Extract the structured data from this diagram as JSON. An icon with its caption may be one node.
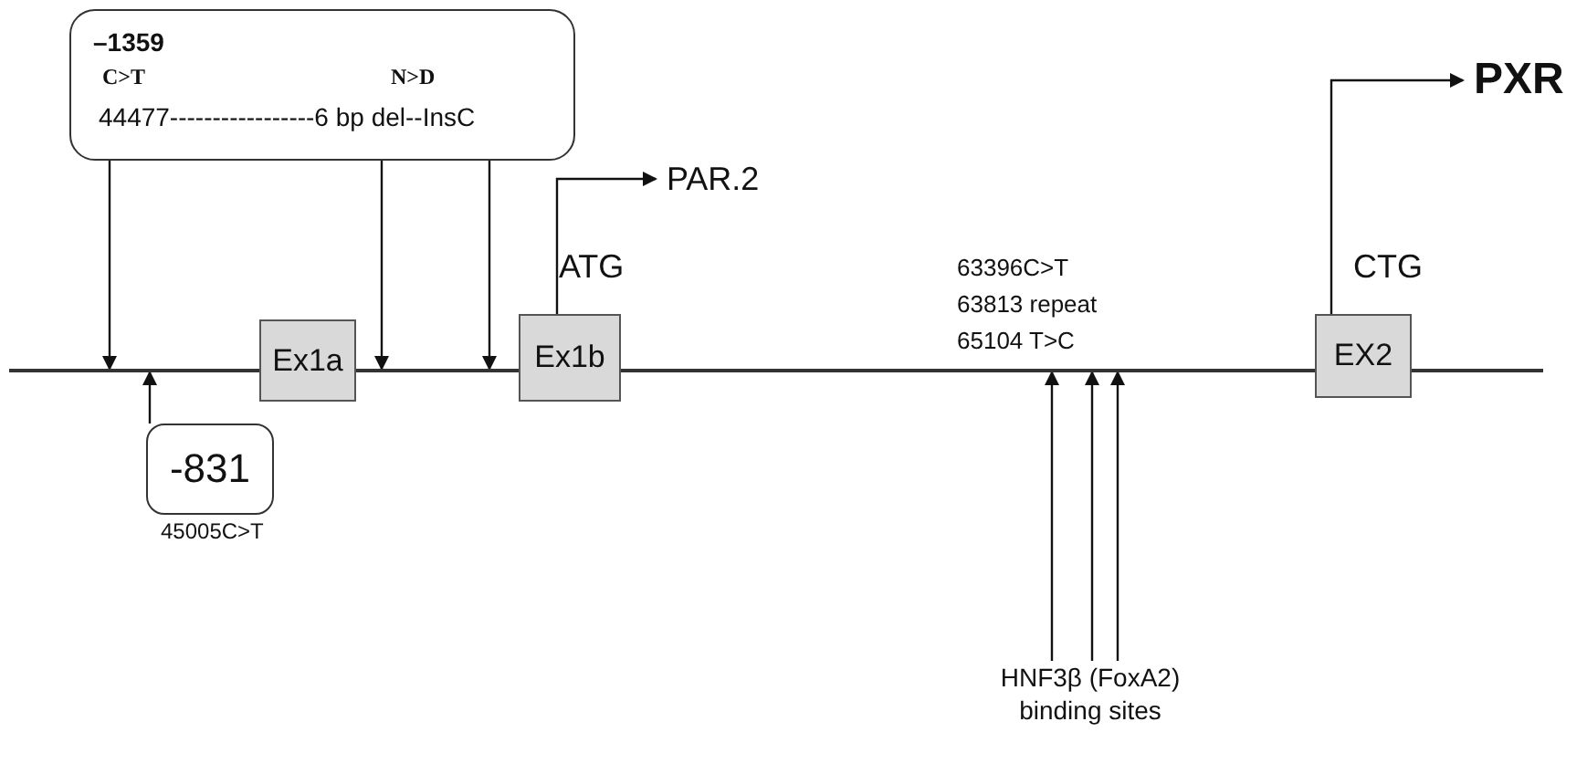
{
  "diagram": {
    "nodes": [
      {
        "text": [
          "–1359",
          "C>T",
          "N>D",
          "44477-----------------6 bp del--InsC"
        ]
      },
      {
        "text": [
          "-831"
        ],
        "beside": [
          "45005C>T"
        ]
      },
      {
        "text": [
          "Ex1a"
        ]
      },
      {
        "text": [
          "Ex1b"
        ]
      },
      {
        "text": [
          "EX2"
        ]
      },
      {
        "text": [
          "PAR.2"
        ]
      },
      {
        "text": [
          "PXR"
        ]
      },
      {
        "text": [
          "HNF3β (FoxA2) binding sites"
        ]
      },
      {
        "text": [],
        "shape": "bar"
      }
    ],
    "edges": [
      {
        "from": 0,
        "to": 8,
        "arrow": "to"
      },
      {
        "from": 0,
        "to": 8,
        "arrow": "to"
      },
      {
        "from": 0,
        "to": 8,
        "arrow": "to"
      },
      {
        "from": 1,
        "to": 8,
        "arrow": "to"
      },
      {
        "from": 3,
        "to": 5,
        "arrow": "to"
      },
      {
        "from": 4,
        "to": 6,
        "arrow": "to"
      },
      {
        "from": 7,
        "to": 8,
        "arrow": "to"
      },
      {
        "from": 7,
        "to": 8,
        "arrow": "to"
      },
      {
        "from": 7,
        "to": 8,
        "arrow": "to"
      }
    ],
    "labels": [
      "ATG",
      "63396C>T",
      "63813 repeat",
      "65104 T>C",
      "CTG"
    ]
  }
}
